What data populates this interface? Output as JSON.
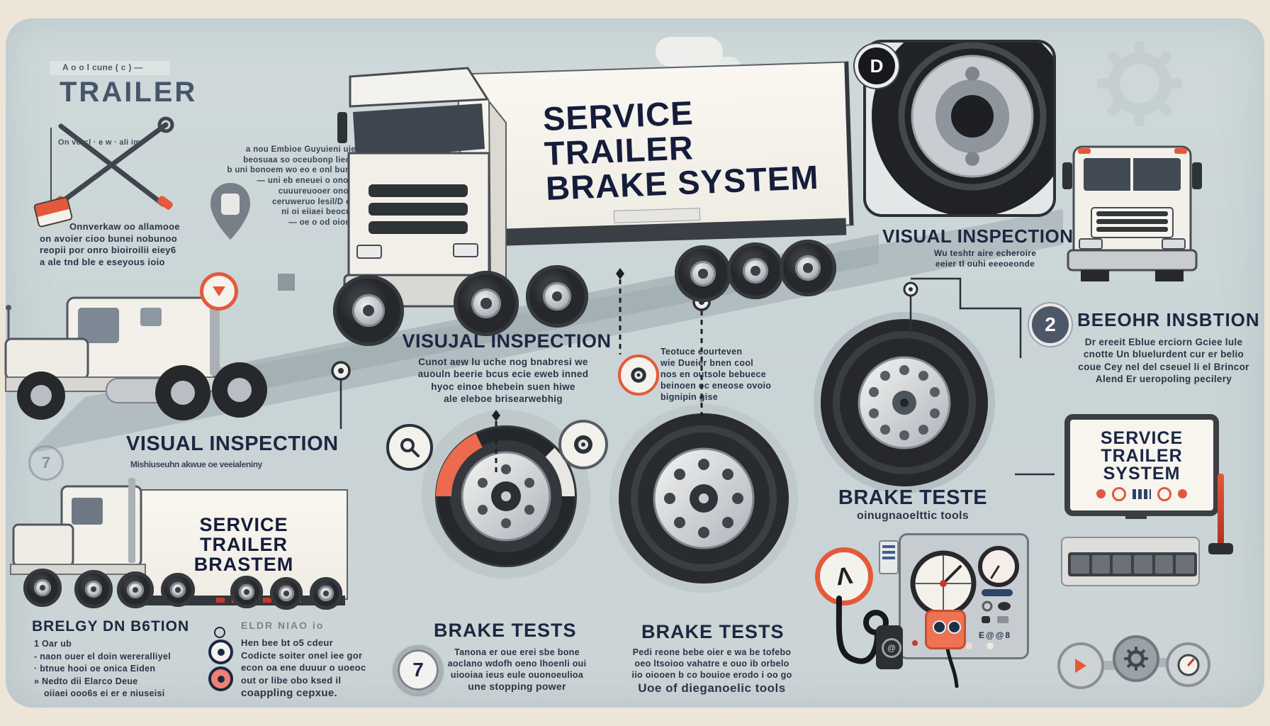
{
  "colors": {
    "frame": "#ece5d8",
    "panel": "#ccd6d8",
    "navy": "#1c2742",
    "orange": "#e4593b",
    "salmon": "#f08070",
    "road": "#aeb9bd",
    "tire": "#26282c"
  },
  "truck_banner": {
    "line1": "SERVICE TRAILER",
    "line2": "BRAKE SYSTEM"
  },
  "top_left": {
    "caption": "A o o l cune ( c ) —",
    "title": "TRAILER",
    "tool_note": "On vcrcl  ·  e w  ·  ali  im",
    "para": [
      "Onnverkaw oo allamooe",
      "on avoier cioo bunei nobunoo",
      "reopii por onro bioiroilii eiey6",
      "a ale tnd ble e eseyous ioio"
    ]
  },
  "top_mid_note": {
    "lines": [
      "a nou Embioe Guyuieni uie",
      "beosuaa so oceubonp lieon",
      "b uni bonoem wo eo e onl bur c",
      "— uni eb eneuei o ono li",
      "cuuureuooer onoiy",
      "ceruweruo lesil/D eo",
      "ni oi eiiaei beocue",
      "— oe o od oionn"
    ]
  },
  "top_right": {
    "badge": "D",
    "heading": "VISUAL INSPECTION",
    "sub": [
      "Wu teshtr aire echeroire",
      "eeier tl ouhi eeeoeonde"
    ]
  },
  "right_before": {
    "badge": "2",
    "heading": "BEEOHR INSBTION",
    "lines": [
      "Dr ereeit Eblue erciorn Gciee lule",
      "cnotte Un bluelurdent cur er belio",
      "coue Cey nel del cseuel li el Brincor",
      "Alend Er ueropoling pecilery"
    ]
  },
  "center_visual": {
    "heading": "VISUJAL INSPECTION",
    "lines": [
      "Cunot aew lu uche nog bnabresi we",
      "auouln beerie bcus ecie eweb inned",
      "hyoc einoe bhebein suen hiwe",
      "ale eleboe brisearwebhig"
    ]
  },
  "left_visual": {
    "heading": "VISUAL INSPECTION",
    "sub": "Mishiuseuhn akwue oe veeialeniny"
  },
  "mid_note": {
    "lines": [
      "Teotuce eourteven",
      "wie Dueier bnen cool",
      "nos en outsole bebuece",
      "beinoen oc eneose ovoio",
      "bignipin gise"
    ]
  },
  "brake_teste": {
    "heading": "BRAKE TESTE",
    "sub": "oinugnaoelttic tools"
  },
  "bottom_trailer": {
    "lines": [
      "SERVICE",
      "TRAILER",
      "BRASTEM"
    ]
  },
  "brake_inspection": {
    "heading": "BRELGY DN B6TION",
    "items": [
      "1   Oar ub",
      "-   naon ouer el doin wereralliyel",
      "·   btnue hooi oe onica Eiden",
      "»   Nedto dii Elarco Deue",
      "oiiaei ooo6s ei er e niuseisi"
    ]
  },
  "coupling": {
    "heading": "ELDR NIAO io",
    "items": [
      "Hen bee bt o5 cdeur",
      "Codicte soiter onel iee gor",
      "econ oa ene duuur o uoeoc",
      "out or libe obo ksed il",
      "coappling cepxue."
    ]
  },
  "brake_tests_1": {
    "badge": "7",
    "heading": "BRAKE TESTS",
    "lines": [
      "Tanona er oue erei sbe bone",
      "aoclano wdofh oeno lhoenli oui",
      "uiooiaa ieus eule ouonoeulioa",
      "une stopping power"
    ]
  },
  "brake_tests_2": {
    "heading": "BRAKE TESTS",
    "lines": [
      "Pedi reone bebe oier e wa be tofebo",
      "oeo ltsoioo vahatre e ouo ib orbelo",
      "iio oiooen b co bouioe erodo i oo go"
    ],
    "emphasis": "Uoe of dieganoelic tools"
  },
  "monitor": {
    "lines": [
      "SERVICE",
      "TRAILER",
      "SYSTEM"
    ]
  },
  "ghost_badge": {
    "value": "7"
  },
  "diag_panel": {
    "label": "E@@8"
  }
}
